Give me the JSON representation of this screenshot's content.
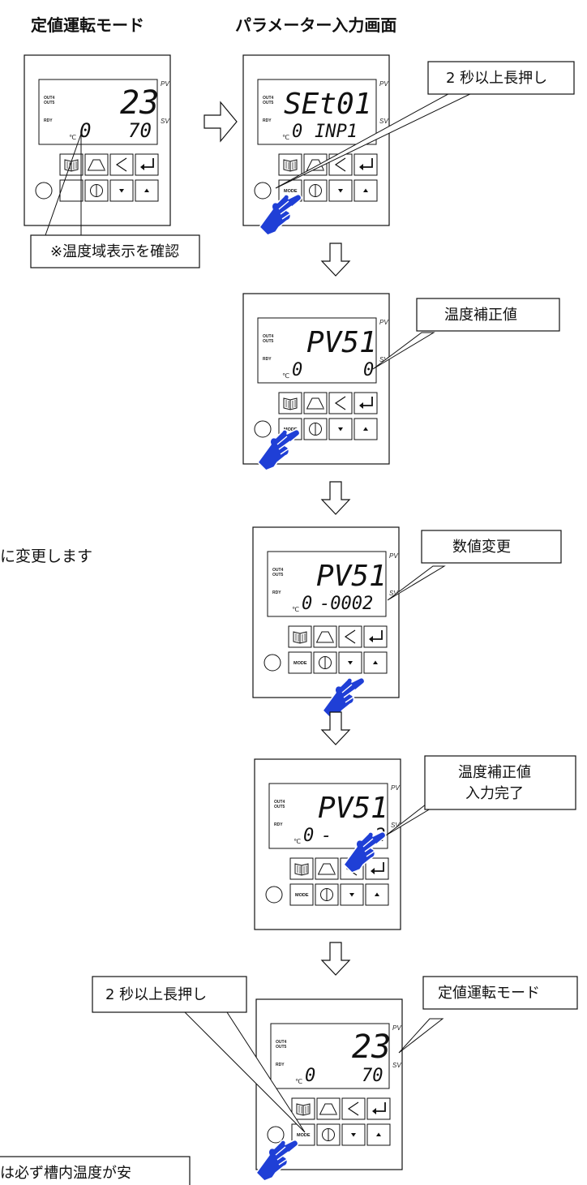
{
  "header": {
    "left_title": "定値運転モード",
    "right_title": "パラメーター入力画面"
  },
  "side_text": "に変更します",
  "bottom_note": "は必ず槽内温度が安",
  "panel_common": {
    "out4": "OUT4",
    "out5": "OUT5",
    "rdy": "RDY",
    "pv": "PV",
    "sv": "SV",
    "unit": "℃",
    "mode_key": "MODE"
  },
  "panels": [
    {
      "id": "start",
      "line1": "23",
      "line2a": "0",
      "line2b": "70"
    },
    {
      "id": "step1",
      "line1": "SEt01",
      "line2a": "0",
      "line2b": "INP1",
      "callout": "2 秒以上長押し"
    },
    {
      "id": "step2",
      "line1": "PV51",
      "line2a": "0",
      "line2b": "0",
      "callout": "温度補正値"
    },
    {
      "id": "step3",
      "line1": "PV51",
      "line2a": "0",
      "line2b": "-0002",
      "callout": "数値変更"
    },
    {
      "id": "step4",
      "line1": "PV51",
      "line2a": "0",
      "line2b": "-    2",
      "callout_line1": "温度補正値",
      "callout_line2": "入力完了"
    },
    {
      "id": "step5",
      "line1": "23",
      "line2a": "0",
      "line2b": "70",
      "callout": "定値運転モード",
      "callout_left": "2 秒以上長押し"
    }
  ],
  "start_callout": "※温度域表示を確認",
  "icons": [
    "book-icon",
    "ramp-icon",
    "left-arrow-icon",
    "enter-icon",
    "mode-key",
    "power-icon",
    "down-arrow-icon",
    "up-arrow-icon",
    "hand-pointer-icon",
    "down-flow-arrow-icon",
    "right-flow-arrow-icon"
  ],
  "colors": {
    "hand": "#1f3fd6",
    "line": "#111111",
    "background": "#ffffff"
  }
}
